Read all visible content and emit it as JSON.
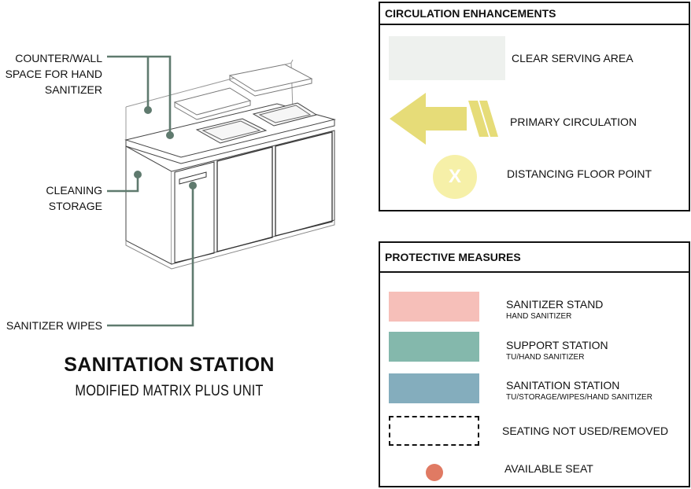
{
  "diagram": {
    "title": "SANITATION STATION",
    "subtitle": "MODIFIED MATRIX PLUS UNIT",
    "callouts": {
      "counter_wall": [
        "COUNTER/WALL",
        "SPACE FOR HAND",
        "SANITIZER"
      ],
      "cleaning_storage": [
        "CLEANING",
        "STORAGE"
      ],
      "sanitizer_wipes": "SANITIZER WIPES"
    },
    "leader_color": "#5f7a6e"
  },
  "circulation_panel": {
    "header": "CIRCULATION ENHANCEMENTS",
    "items": [
      {
        "icon": "clear-area-swatch",
        "color": "#eef1ee",
        "label": "CLEAR SERVING AREA"
      },
      {
        "icon": "arrow-left-icon",
        "color": "#e6dc78",
        "label": "PRIMARY CIRCULATION"
      },
      {
        "icon": "x-circle-icon",
        "color": "#f6f0a8",
        "glyph": "X",
        "label": "DISTANCING FLOOR POINT"
      }
    ]
  },
  "protective_panel": {
    "header": "PROTECTIVE MEASURES",
    "items": [
      {
        "color": "#f6bfb9",
        "label": "SANITIZER STAND",
        "sub": "HAND SANITIZER"
      },
      {
        "color": "#84b8ac",
        "label": "SUPPORT STATION",
        "sub": "TU/HAND SANITIZER"
      },
      {
        "color": "#84adbd",
        "label": "SANITATION STATION",
        "sub": "TU/STORAGE/WIPES/HAND SANITIZER"
      },
      {
        "color": "dashed",
        "label": "SEATING NOT USED/REMOVED"
      },
      {
        "color": "#e07a63",
        "label": "AVAILABLE SEAT"
      }
    ]
  }
}
